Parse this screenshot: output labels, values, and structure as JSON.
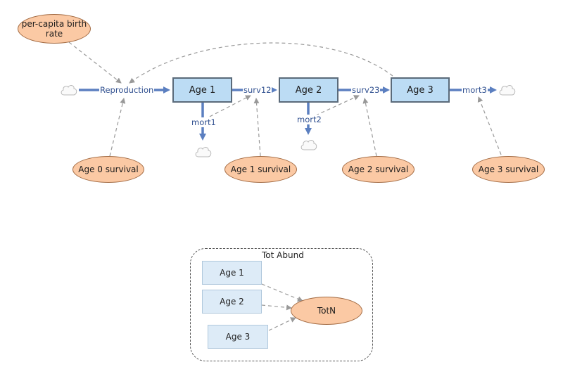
{
  "stocks": {
    "age1": "Age 1",
    "age2": "Age 2",
    "age3": "Age 3"
  },
  "flows": {
    "reproduction": "Reproduction",
    "surv12": "surv12",
    "surv23": "surv23",
    "mort1": "mort1",
    "mort2": "mort2",
    "mort3": "mort3"
  },
  "variables": {
    "birth_rate": "per-capita birth rate",
    "age0_survival": "Age 0 survival",
    "age1_survival": "Age 1 survival",
    "age2_survival": "Age 2 survival",
    "age3_survival": "Age 3 survival"
  },
  "module": {
    "title": "Tot Abund",
    "ghost_age1": "Age 1",
    "ghost_age2": "Age 2",
    "ghost_age3": "Age 3",
    "total": "TotN"
  },
  "colors": {
    "stock_fill": "#bcdcf4",
    "variable_fill": "#fbc9a4",
    "flow": "#5b7fc0",
    "link": "#999999"
  }
}
